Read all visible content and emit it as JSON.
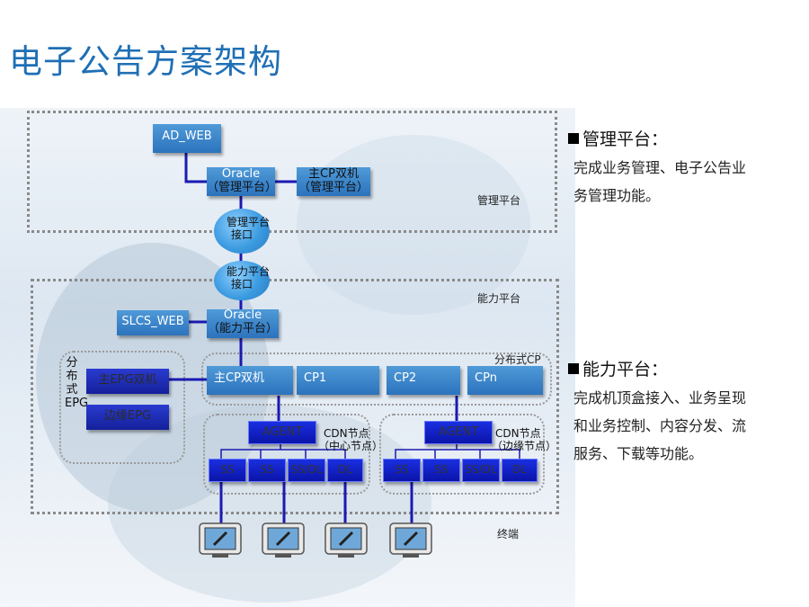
{
  "title": "电子公告方案架构",
  "zones": {
    "management": "管理平台",
    "capability": "能力平台",
    "distributed_cp": "分布式CP",
    "terminal": "终端"
  },
  "nodes": {
    "ad_web": "AD_WEB",
    "oracle_mgmt_l1": "Oracle",
    "oracle_mgmt_l2": "（管理平台）",
    "main_cp_mgmt_l1": "主CP双机",
    "main_cp_mgmt_l2": "（管理平台）",
    "mgmt_iface_l1": "管理平台",
    "mgmt_iface_l2": "接口",
    "cap_iface_l1": "能力平台",
    "cap_iface_l2": "接口",
    "slcs_web": "SLCS_WEB",
    "oracle_cap_l1": "Oracle",
    "oracle_cap_l2": "（能力平台）",
    "main_cp_dual": "主CP双机",
    "cp1": "CP1",
    "cp2": "CP2",
    "cpn": "CPn",
    "dist_epg_label": "分布式EPG",
    "main_epg_dual": "主EPG双机",
    "edge_epg": "边缘EPG",
    "agent_center": "AGENT",
    "cdn_center_l1": "CDN节点",
    "cdn_center_l2": "（中心节点）",
    "agent_edge": "AGENT",
    "cdn_edge_l1": "CDN节点",
    "cdn_edge_l2": "（边缘节点）",
    "center_nodes": [
      "SS",
      "SS",
      "SS/DL",
      "DL"
    ],
    "edge_nodes": [
      "SS",
      "SS",
      "SS/DL",
      "DL"
    ]
  },
  "side": {
    "mgmt_heading": "管理平台：",
    "mgmt_desc_l1": "完成业务管理、电子公告业",
    "mgmt_desc_l2": "务管理功能。",
    "cap_heading": "能力平台：",
    "cap_desc_l1": "完成机顶盒接入、业务呈现",
    "cap_desc_l2": "和业务控制、内容分发、流",
    "cap_desc_l3": "服务、下载等功能。"
  },
  "colors": {
    "title": "#1f6fb5",
    "box_light": "#3b86cc",
    "box_dark": "#1020c8",
    "connector": "#1a1ab0"
  },
  "icons": [
    "tv-terminal-icon",
    "tv-terminal-icon",
    "tv-terminal-icon",
    "tv-terminal-icon"
  ]
}
